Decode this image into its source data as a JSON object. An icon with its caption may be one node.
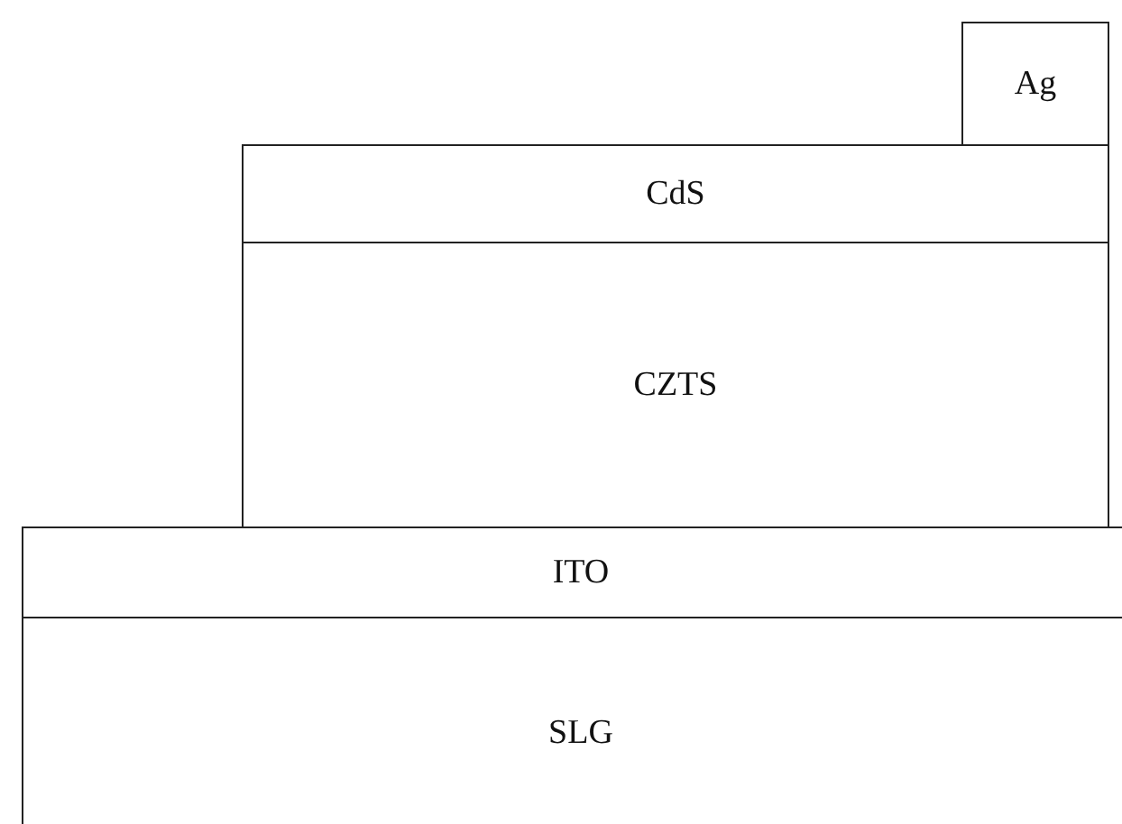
{
  "diagram": {
    "nodes": [
      {
        "text": [
          "Ag"
        ]
      },
      {
        "text": [
          "CdS"
        ]
      },
      {
        "text": [
          "CZTS"
        ]
      },
      {
        "text": [
          "ITO"
        ]
      },
      {
        "text": [
          "SLG"
        ]
      }
    ]
  }
}
